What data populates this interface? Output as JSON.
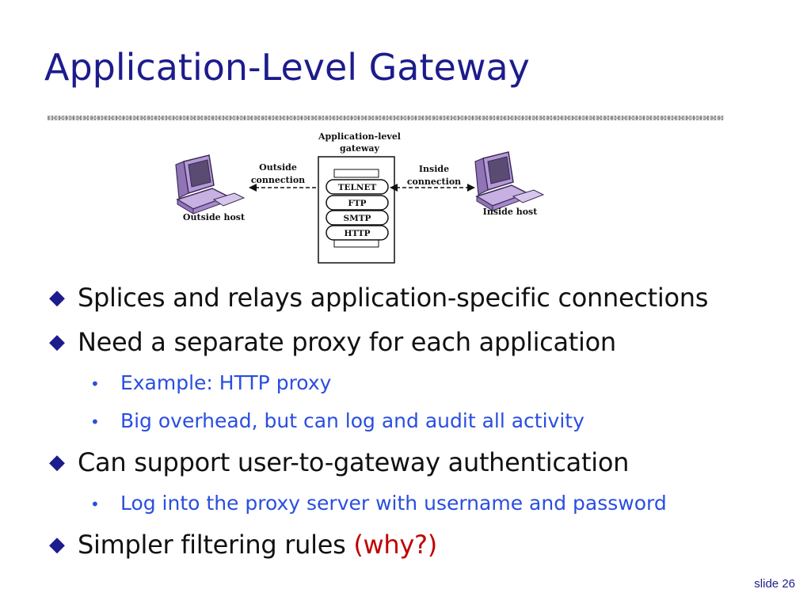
{
  "slide": {
    "title": "Application-Level Gateway",
    "number": "slide 26"
  },
  "diagram": {
    "gateway_label_line1": "Application-level",
    "gateway_label_line2": "gateway",
    "outside_conn_line1": "Outside",
    "outside_conn_line2": "connection",
    "inside_conn_line1": "Inside",
    "inside_conn_line2": "connection",
    "outside_host": "Outside host",
    "inside_host": "Inside host",
    "protocols": [
      "TELNET",
      "FTP",
      "SMTP",
      "HTTP"
    ],
    "computer_color": "#b59ad6"
  },
  "bullets": [
    {
      "text": "Splices and relays application-specific connections"
    },
    {
      "text": "Need a separate proxy for each application"
    },
    {
      "text": "Example: HTTP proxy"
    },
    {
      "text": "Big overhead, but can log and audit all activity"
    },
    {
      "text": "Can support user-to-gateway authentication"
    },
    {
      "text": "Log into the proxy server with username and password"
    },
    {
      "text": "Simpler filtering rules",
      "highlight": "(why?)"
    }
  ],
  "markers": {
    "level1": "◆",
    "level2": "•"
  },
  "colors": {
    "title": "#1c1c8c",
    "sub_bullet": "#2a4ee0",
    "highlight": "#c00000"
  }
}
